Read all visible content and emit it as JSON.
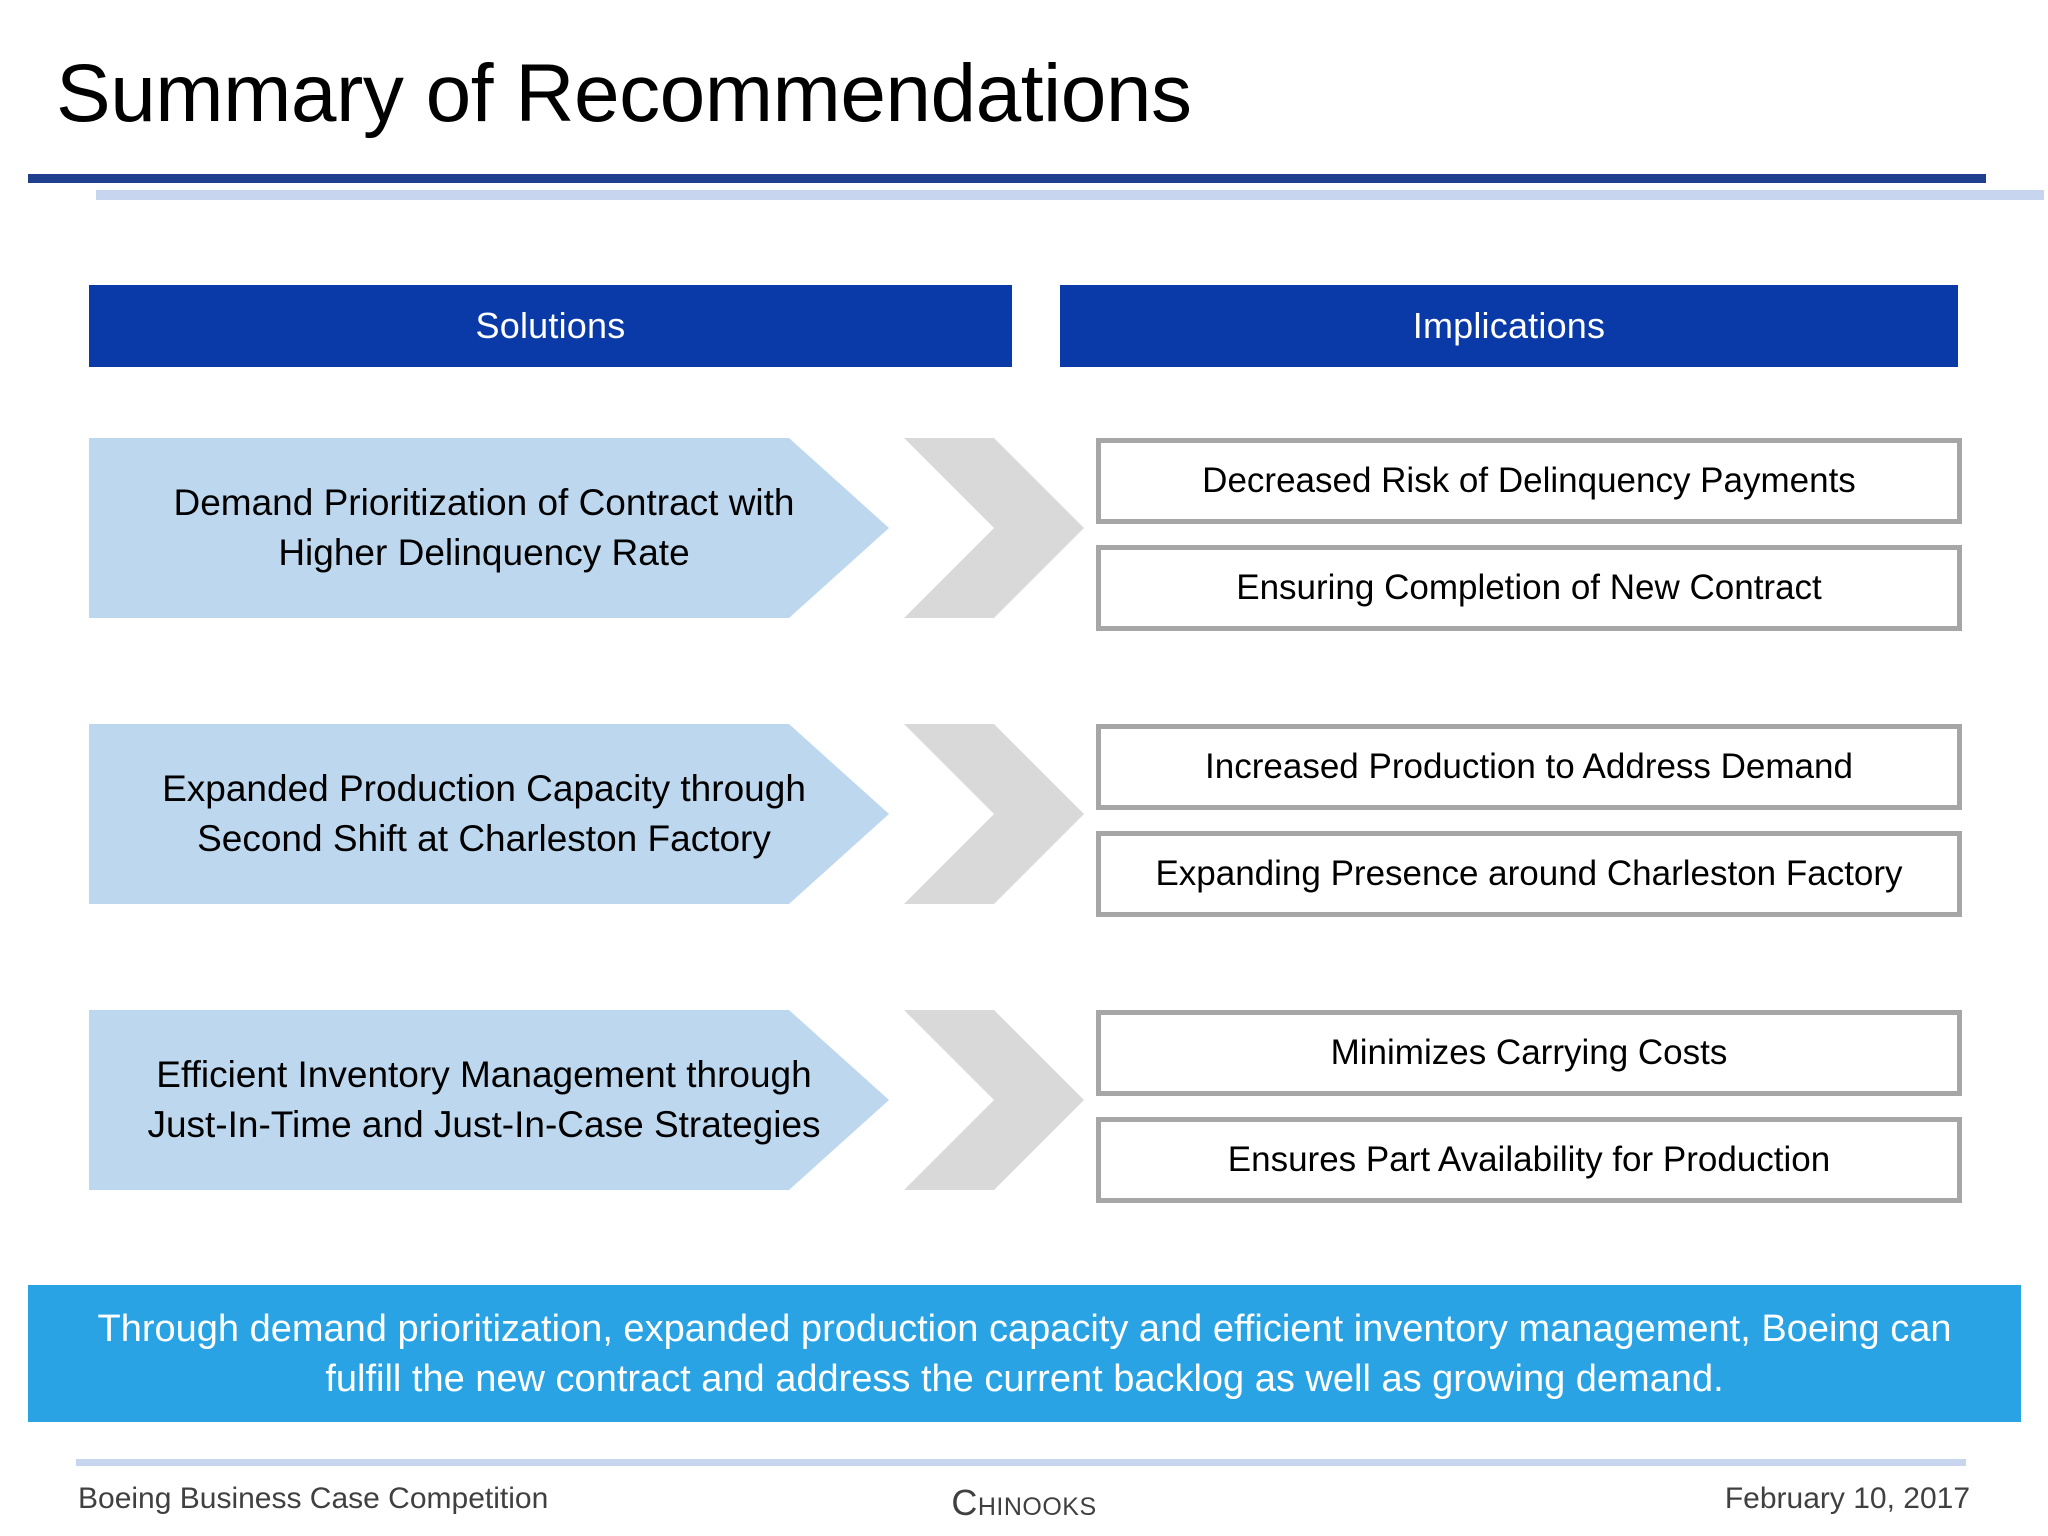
{
  "slide": {
    "title": "Summary of Recommendations",
    "accent_dark_navy": "#1F3F8F",
    "accent_light_navy": "#C7D6EE",
    "header_blue": "#0A39A8",
    "arrow_blue": "#BDD7EE",
    "chevron_gray": "#D9D9D9",
    "box_border_gray": "#A6A6A6",
    "banner_blue": "#29A3E3"
  },
  "columns": {
    "solutions_label": "Solutions",
    "implications_label": "Implications"
  },
  "rows": [
    {
      "solution": "Demand Prioritization of Contract with Higher Delinquency Rate",
      "implications": [
        "Decreased Risk of Delinquency Payments",
        "Ensuring Completion of New Contract"
      ]
    },
    {
      "solution": "Expanded Production Capacity through Second Shift at Charleston Factory",
      "implications": [
        "Increased Production to Address Demand",
        "Expanding Presence around Charleston Factory"
      ]
    },
    {
      "solution": "Efficient Inventory Management through Just-In-Time and Just-In-Case Strategies",
      "implications": [
        "Minimizes Carrying Costs",
        "Ensures Part Availability for Production"
      ]
    }
  ],
  "conclusion": "Through demand prioritization, expanded production capacity and efficient inventory management, Boeing can fulfill the new contract and address the current backlog as well as growing demand.",
  "footer": {
    "left": "Boeing Business Case Competition",
    "center": "Chinooks",
    "right": "February 10, 2017"
  }
}
